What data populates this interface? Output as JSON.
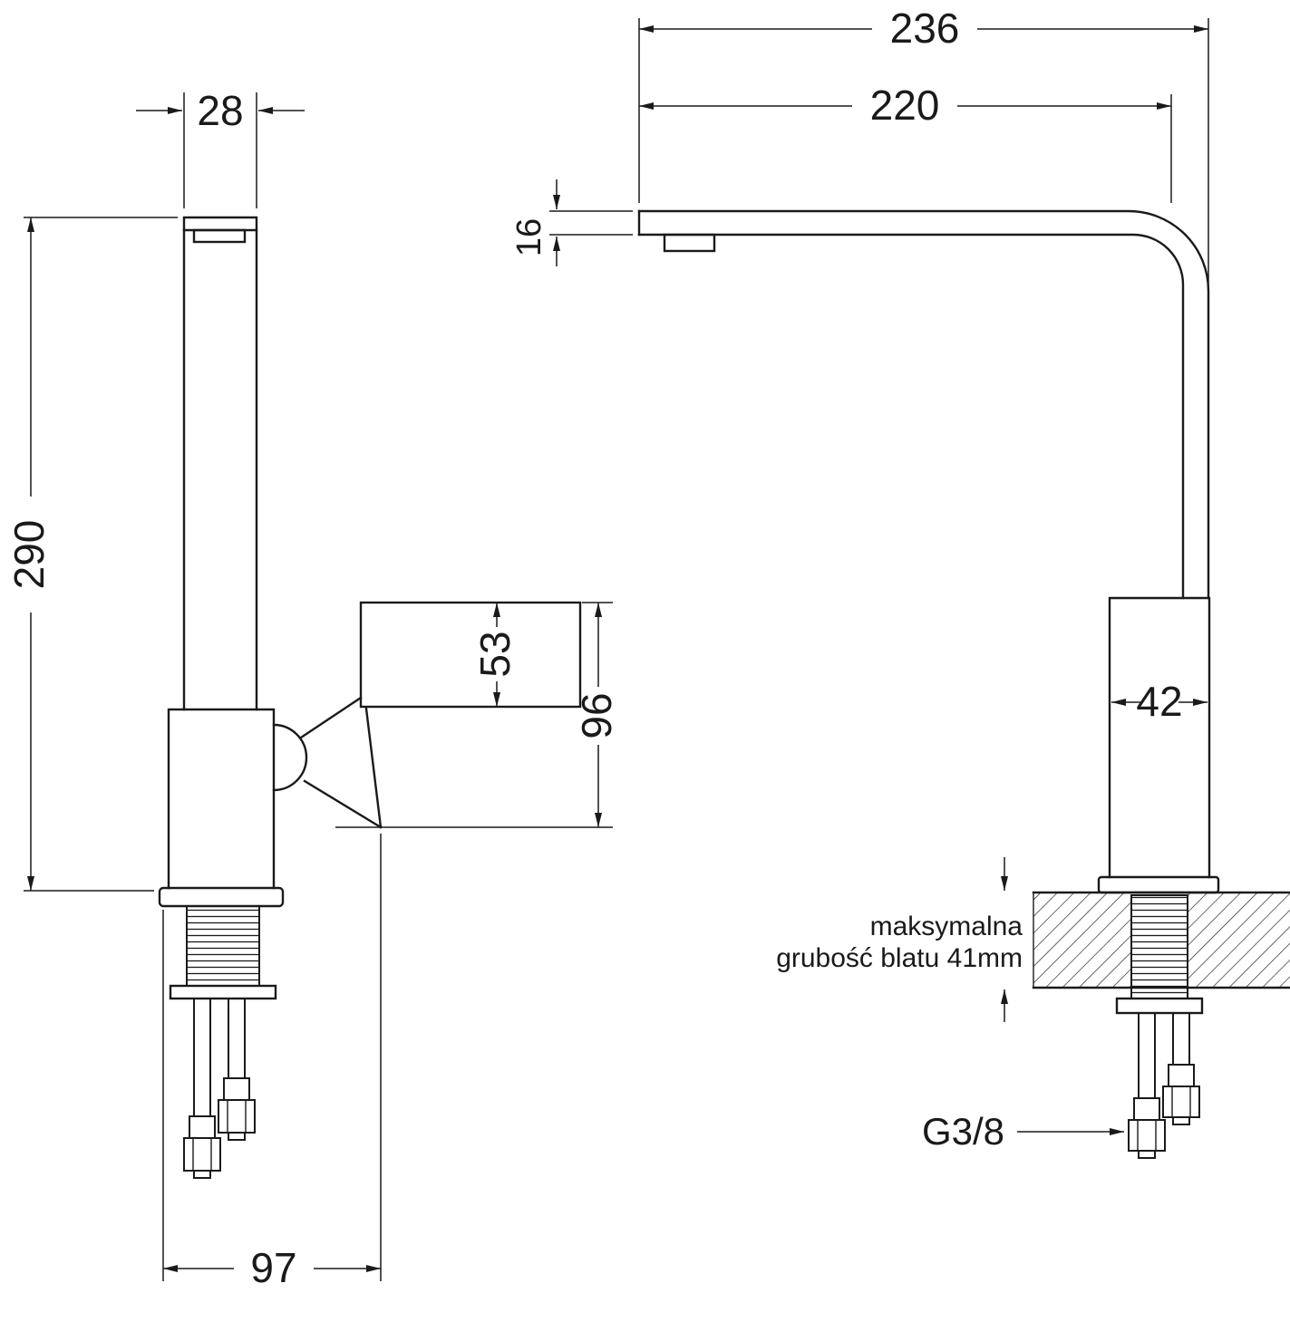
{
  "diagram": {
    "kind": "kitchen faucet dimensional drawing",
    "dims": {
      "w28": "28",
      "h290": "290",
      "h53": "53",
      "h96": "96",
      "d97": "97",
      "w236": "236",
      "w220": "220",
      "t16": "16",
      "w42": "42"
    },
    "labels": {
      "note_line1": "maksymalna",
      "note_line2": "grubość blatu 41mm",
      "thread": "G3/8"
    }
  }
}
